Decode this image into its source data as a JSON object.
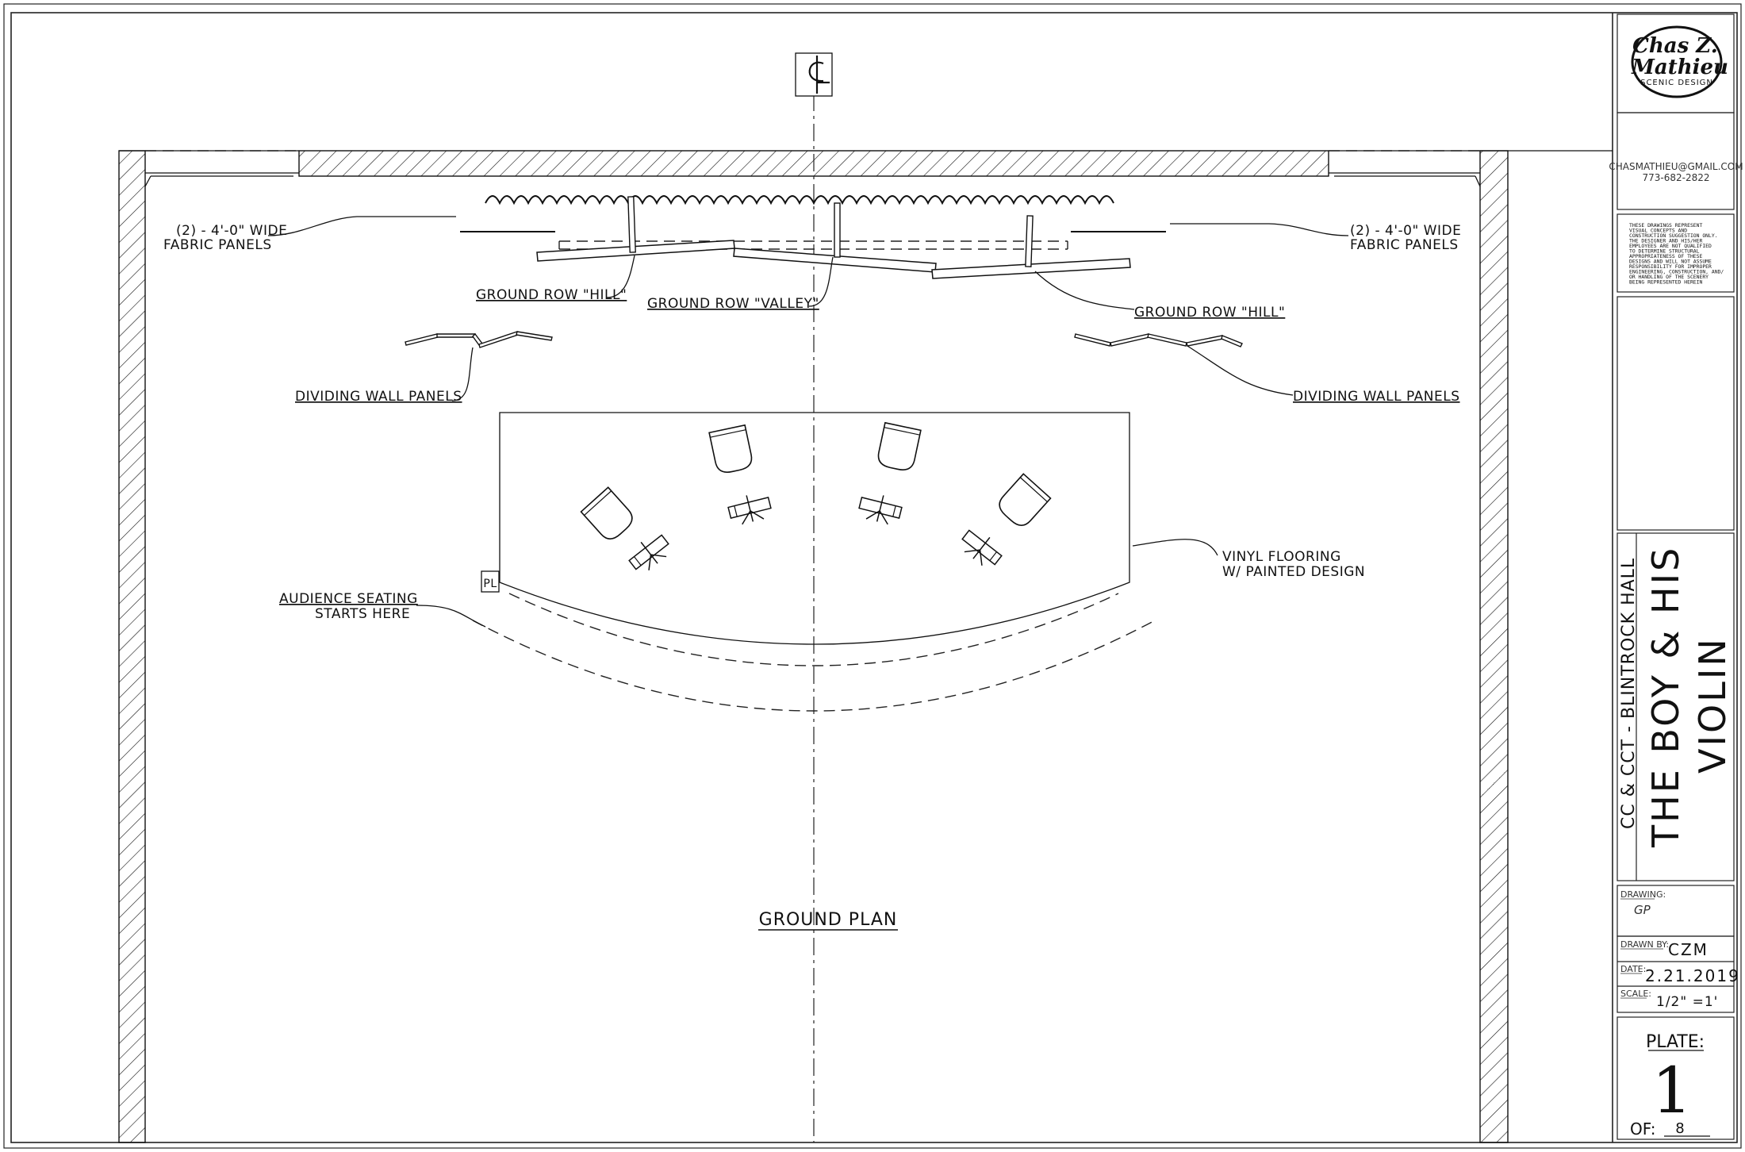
{
  "drawing": {
    "centerline_symbol": "CL",
    "plaster_line_symbol": "PL",
    "title": "GROUND PLAN",
    "labels": {
      "fabric_left_1": "(2) - 4'-0\" WIDE",
      "fabric_left_2": "FABRIC PANELS",
      "fabric_right_1": "(2) - 4'-0\" WIDE",
      "fabric_right_2": "FABRIC PANELS",
      "hill_left": "GROUND ROW \"HILL\"",
      "valley": "GROUND ROW \"VALLEY\"",
      "hill_right": "GROUND ROW \"HILL\"",
      "divider_left": "DIVIDING WALL PANELS",
      "divider_right": "DIVIDING WALL PANELS",
      "vinyl_1": "VINYL FLOORING",
      "vinyl_2": "W/ PAINTED DESIGN",
      "audience_1": "AUDIENCE SEATING",
      "audience_2": "STARTS HERE"
    }
  },
  "title_block": {
    "logo_line1": "Chas Z.",
    "logo_line2": "Mathieu",
    "logo_sub": "SCENIC DESIGN",
    "email": "CHASMATHIEU@GMAIL.COM",
    "phone": "773-682-2822",
    "disclaimer": [
      "THESE DRAWINGS REPRESENT",
      "VISUAL CONCEPTS AND",
      "CONSTRUCTION SUGGESTION ONLY.",
      "THE DESIGNER AND HIS/HER",
      "EMPLOYEES ARE NOT QUALIFIED",
      "TO DETERMINE STRUCTURAL",
      "APPROPRIATENESS OF THESE",
      "DESIGNS AND WILL NOT ASSUME",
      "RESPONSIBILITY FOR IMPROPER",
      "ENGINEERING, CONSTRUCTION, AND/",
      "OR HANDLING OF THE SCENERY",
      "BEING REPRESENTED HEREIN"
    ],
    "venue": "CC & CCT - BLINTROCK HALL",
    "show_line1": "THE BOY & HIS",
    "show_line2": "VIOLIN",
    "drawing_label": "DRAWING:",
    "drawing_value": "GP",
    "drawn_by_label": "DRAWN BY:",
    "drawn_by_value": "CZM",
    "date_label": "DATE:",
    "date_value": "2.21.2019",
    "scale_label": "SCALE:",
    "scale_value": "1/2\" =1'",
    "plate_label": "PLATE:",
    "plate_value": "1",
    "of_label": "OF:",
    "of_value": "8"
  }
}
